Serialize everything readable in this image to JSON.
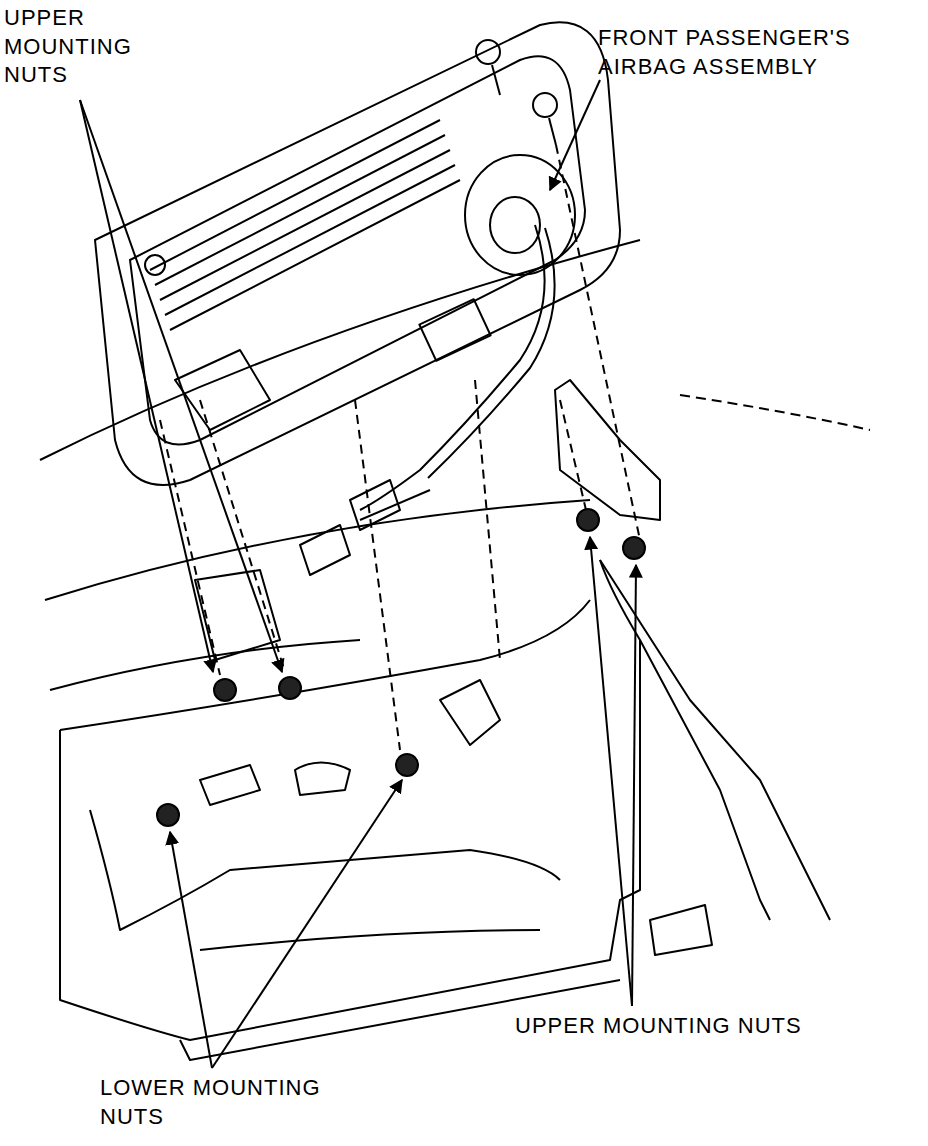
{
  "diagram": {
    "labels": [
      "UPPER MOUNTING NUTS",
      "FRONT PASSENGER'S AIRBAG ASSEMBLY",
      "UPPER MOUNTING NUTS",
      "LOWER MOUNTING NUTS"
    ]
  }
}
